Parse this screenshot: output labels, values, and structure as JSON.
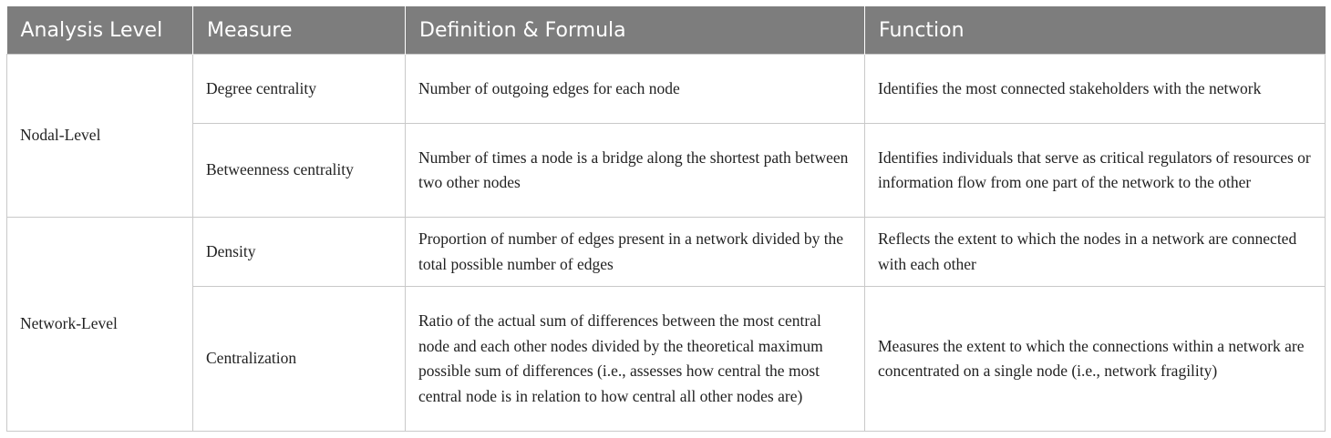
{
  "table": {
    "headers": [
      "Analysis Level",
      "Measure",
      "Definition & Formula",
      "Function"
    ],
    "groups": [
      {
        "level": "Nodal-Level",
        "rows": [
          {
            "measure": "Degree centrality",
            "definition": "Number of outgoing edges for each node",
            "function": "Identifies the most connected stakeholders with the network"
          },
          {
            "measure": "Betweenness centrality",
            "definition": "Number of times a node is a bridge along the shortest path between two other nodes",
            "function": "Identifies individuals that serve as critical regulators of resources or information flow from one part of the network to the other"
          }
        ]
      },
      {
        "level": "Network-Level",
        "rows": [
          {
            "measure": "Density",
            "definition": "Proportion of number of edges present in a network divided by the total possible number of edges",
            "function": "Reflects the extent to which the nodes in a network are connected with each other"
          },
          {
            "measure": "Centralization",
            "definition": "Ratio of the actual sum of differences between the most central node and each other nodes divided by the theoretical maximum possible sum of differences (i.e., assesses how central the most central node is in relation to how central all other nodes are)",
            "function": "Measures the extent to which the connections within a network are concentrated on a single node (i.e., network fragility)"
          }
        ]
      }
    ]
  }
}
